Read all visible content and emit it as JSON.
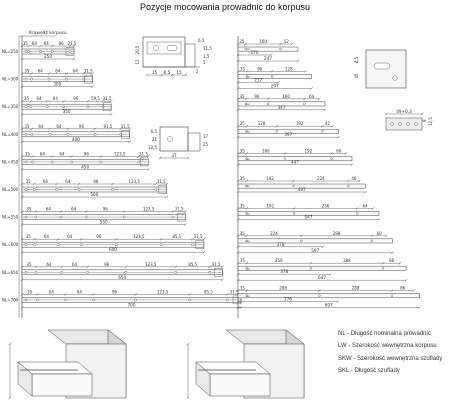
{
  "title": "Pozycje mocowania prowadnic do korpusu",
  "edge_label": "Krawędź korpusu",
  "left_rows": [
    {
      "code": "NL=250",
      "dims": [
        "35",
        "64",
        "64",
        "96",
        "21,5"
      ],
      "total": "250"
    },
    {
      "code": "NL=300",
      "dims": [
        "35",
        "64",
        "64",
        "64",
        "31,5"
      ],
      "total": "300"
    },
    {
      "code": "NL=350",
      "dims": [
        "35",
        "64",
        "64",
        "96",
        "59,5",
        "31,5"
      ],
      "total": "350"
    },
    {
      "code": "NL=400",
      "dims": [
        "35",
        "64",
        "64",
        "96",
        "91,5",
        "31,5"
      ],
      "total": "400"
    },
    {
      "code": "NL=450",
      "dims": [
        "35",
        "64",
        "64",
        "96",
        "123,5",
        "31,5"
      ],
      "total": "450"
    },
    {
      "code": "NL=500",
      "dims": [
        "35",
        "64",
        "64",
        "96",
        "123,5",
        "31,5"
      ],
      "total": "500"
    },
    {
      "code": "NL=550",
      "dims": [
        "35",
        "64",
        "64",
        "96",
        "123,5",
        "31,5"
      ],
      "total": "550"
    },
    {
      "code": "NL=600",
      "dims": [
        "35",
        "64",
        "64",
        "96",
        "123,5",
        "85,5",
        "31,5"
      ],
      "total": "600"
    },
    {
      "code": "NL=650",
      "dims": [
        "35",
        "64",
        "64",
        "96",
        "123,5",
        "85,5",
        "31,5"
      ],
      "total": "650"
    },
    {
      "code": "NL=700",
      "dims": [
        "35",
        "64",
        "64",
        "96",
        "123,5",
        "85,5",
        "31,5"
      ],
      "total": "700"
    }
  ],
  "detail_top": [
    "20,5",
    "12",
    "6,5",
    "11,5",
    "15",
    "6,5",
    "15",
    "3,5",
    "5",
    "2"
  ],
  "detail_mid": [
    "6,5",
    "21",
    "12,5",
    "37",
    "17",
    "25"
  ],
  "right_detail": [
    "8,5",
    "45",
    "49+0,3",
    "9",
    "12,5"
  ],
  "right_rows": [
    {
      "dims": [
        "35",
        "160",
        "52"
      ],
      "totals": [
        "170",
        "247"
      ]
    },
    {
      "dims": [
        "35",
        "96",
        "128"
      ],
      "totals": [
        "217",
        "297"
      ]
    },
    {
      "dims": [
        "35",
        "96",
        "160",
        "64"
      ],
      "totals": [
        "347"
      ]
    },
    {
      "dims": [
        "35",
        "128",
        "192",
        "42"
      ],
      "totals": [
        "397"
      ]
    },
    {
      "dims": [
        "35",
        "160",
        "192",
        "60"
      ],
      "totals": [
        "447"
      ]
    },
    {
      "dims": [
        "35",
        "192",
        "224",
        "46"
      ],
      "totals": [
        "497"
      ]
    },
    {
      "dims": [
        "35",
        "192",
        "256",
        "64"
      ],
      "totals": [
        "547"
      ]
    },
    {
      "dims": [
        "35",
        "224",
        "288",
        "60"
      ],
      "totals": [
        "378",
        "597"
      ]
    },
    {
      "dims": [
        "35",
        "256",
        "288",
        "68"
      ],
      "totals": [
        "378",
        "647"
      ]
    },
    {
      "dims": [
        "35",
        "288",
        "288",
        "86"
      ],
      "totals": [
        "378",
        "697"
      ]
    }
  ],
  "legend": [
    "NL - Długość nominalna prowadnic",
    "LW - Szerokość wewnętrzna korpusu",
    "SKW - Szerokość wewnętrzna szuflady",
    "SKL - Długość szuflady"
  ],
  "colors": {
    "line": "#444444",
    "text": "#333333",
    "bg": "#ffffff"
  }
}
